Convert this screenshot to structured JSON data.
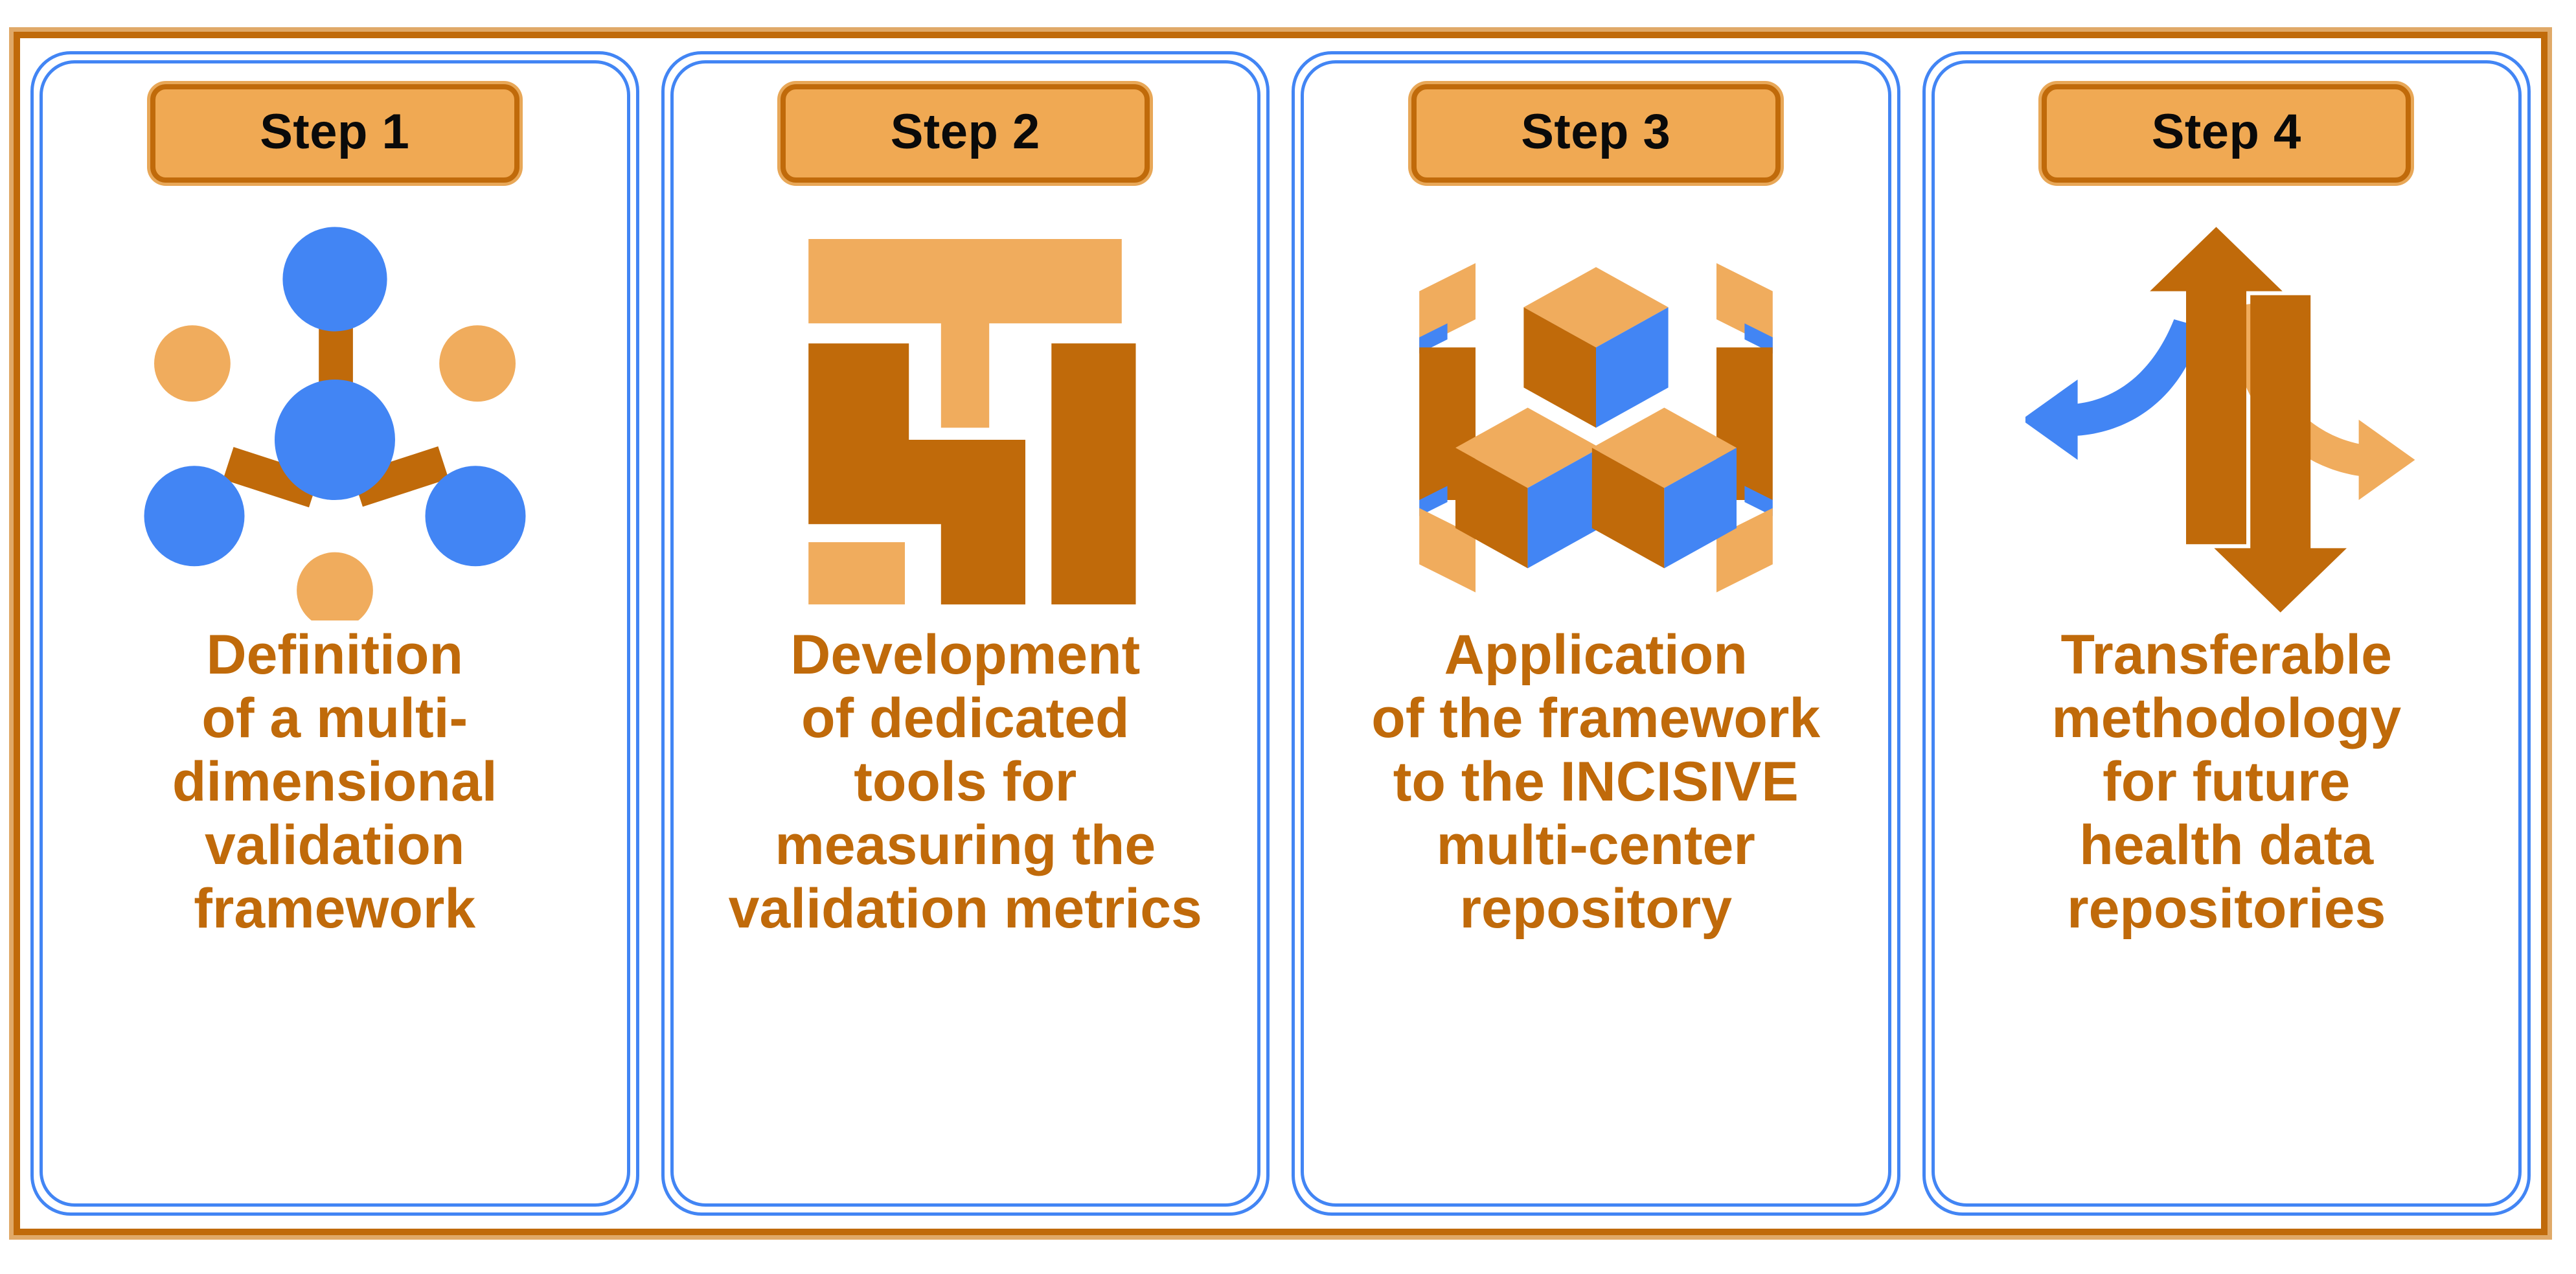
{
  "figure": {
    "type": "four-step process diagram",
    "frame_outer_color": "#E0A968",
    "frame_inner_color": "#C06A0A",
    "card_border_color": "#4285F4",
    "badge_fill_color": "#F0A953",
    "badge_border_color": "#C06A0A",
    "badge_text_color": "#0A0A0A",
    "caption_text_color": "#C06A0A",
    "icon_dark_orange": "#C06A0A",
    "icon_light_orange": "#F0AC5D",
    "icon_blue": "#4285F4"
  },
  "steps": [
    {
      "badge": "Step 1",
      "icon": "network-nodes-icon",
      "caption": "Definition\nof a multi-\ndimensional\nvalidation\nframework"
    },
    {
      "badge": "Step 2",
      "icon": "measurement-tools-icon",
      "caption": "Development\nof dedicated\ntools for\nmeasuring the\nvalidation metrics"
    },
    {
      "badge": "Step 3",
      "icon": "data-repository-cubes-icon",
      "caption": "Application\nof the framework\nto the INCISIVE\nmulti-center\nrepository"
    },
    {
      "badge": "Step 4",
      "icon": "transfer-arrows-icon",
      "caption": "Transferable\nmethodology\nfor future\nhealth data\nrepositories"
    }
  ]
}
